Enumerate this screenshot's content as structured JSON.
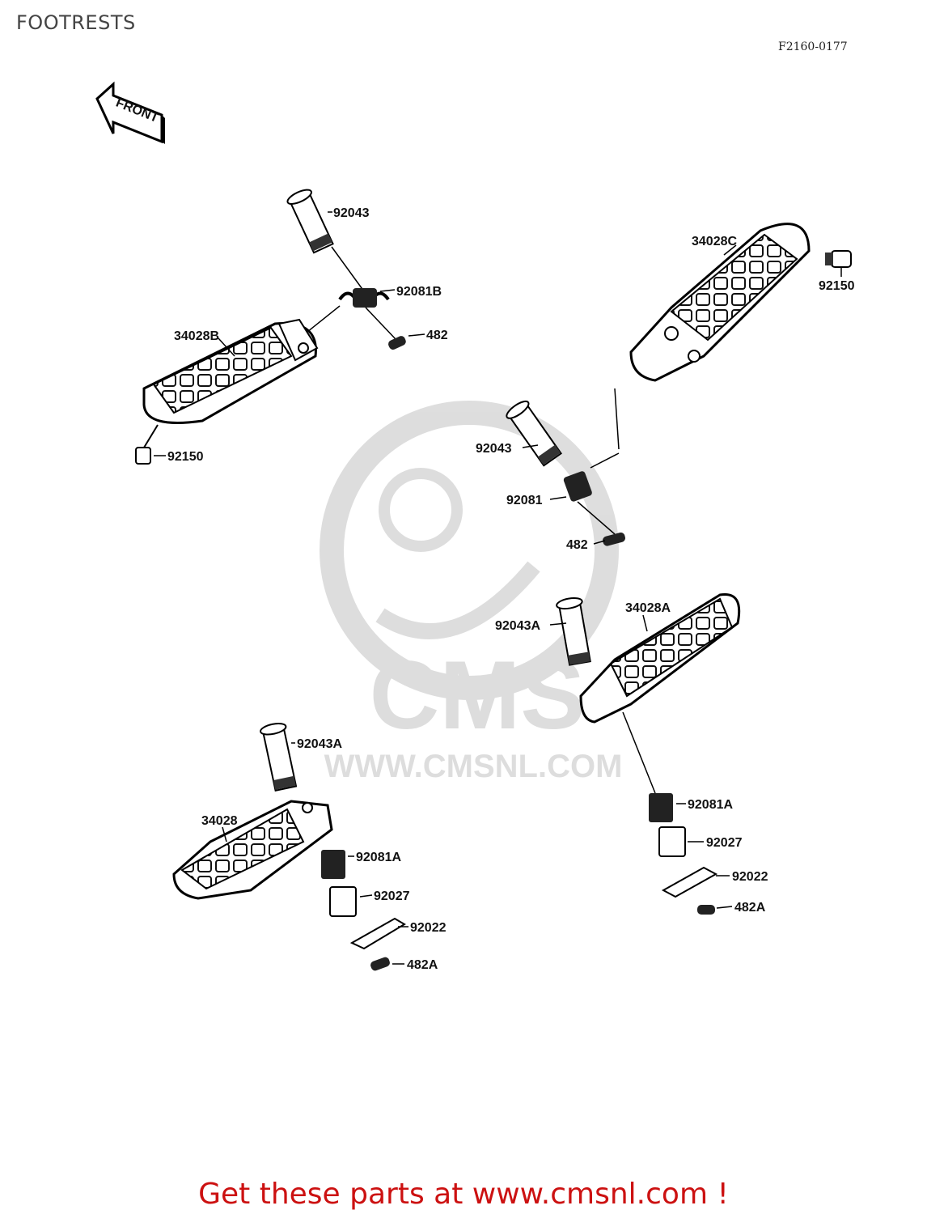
{
  "header": {
    "title": "FOOTRESTS",
    "diagram_code": "F2160-0177"
  },
  "front_arrow": {
    "label": "FRONT"
  },
  "watermark": {
    "brand": "CMS",
    "url": "WWW.CMSNL.COM"
  },
  "parts": [
    {
      "id": "p1",
      "label": "92043"
    },
    {
      "id": "p2",
      "label": "92081B"
    },
    {
      "id": "p3",
      "label": "482"
    },
    {
      "id": "p4",
      "label": "34028B"
    },
    {
      "id": "p5",
      "label": "92150"
    },
    {
      "id": "p6",
      "label": "34028C"
    },
    {
      "id": "p7",
      "label": "92150"
    },
    {
      "id": "p8",
      "label": "92043"
    },
    {
      "id": "p9",
      "label": "92081"
    },
    {
      "id": "p10",
      "label": "482"
    },
    {
      "id": "p11",
      "label": "92043A"
    },
    {
      "id": "p12",
      "label": "34028A"
    },
    {
      "id": "p13",
      "label": "92043A"
    },
    {
      "id": "p14",
      "label": "34028"
    },
    {
      "id": "p15",
      "label": "92081A"
    },
    {
      "id": "p16",
      "label": "92027"
    },
    {
      "id": "p17",
      "label": "92022"
    },
    {
      "id": "p18",
      "label": "482A"
    },
    {
      "id": "p19",
      "label": "92081A"
    },
    {
      "id": "p20",
      "label": "92027"
    },
    {
      "id": "p21",
      "label": "92022"
    },
    {
      "id": "p22",
      "label": "482A"
    }
  ],
  "footer": {
    "text": "Get these parts at www.cmsnl.com !"
  }
}
